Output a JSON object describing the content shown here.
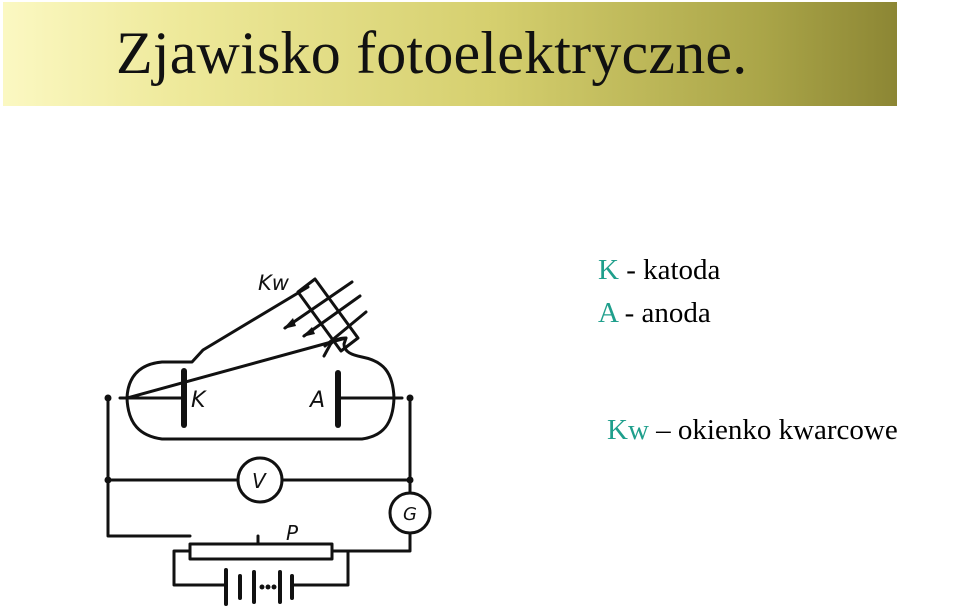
{
  "slide": {
    "title": "Zjawisko fotoelektryczne."
  },
  "legend": {
    "items": [
      {
        "symbol": "K",
        "separator": " - ",
        "text": "katoda"
      },
      {
        "symbol": "A",
        "separator": " - ",
        "text": "anoda"
      },
      {
        "symbol": "Kw",
        "separator": " – ",
        "text": "okienko kwarcowe"
      }
    ],
    "symbol_color": "#1f9f8c"
  },
  "diagram": {
    "labels": {
      "window": "Kw",
      "cathode": "K",
      "anode": "A",
      "voltmeter": "V",
      "galvanometer": "G",
      "potentiometer": "P"
    }
  }
}
